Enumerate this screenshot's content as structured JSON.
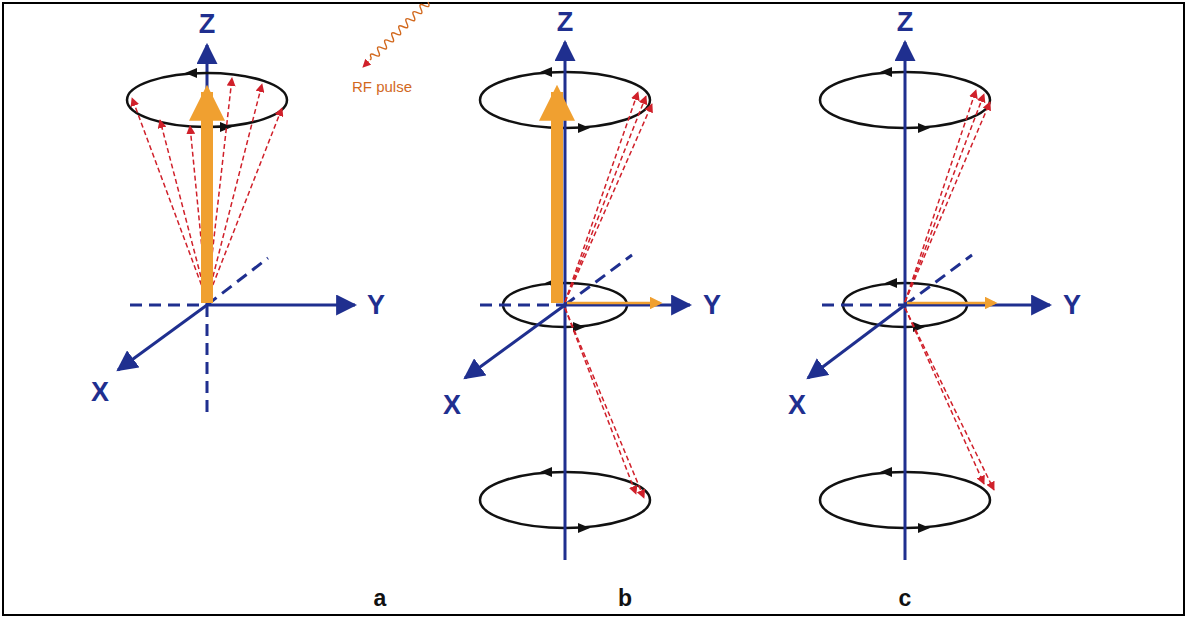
{
  "diagram": {
    "labels": [
      "Z",
      "RF pulse",
      "Y",
      "X",
      "a",
      "Z",
      "Y",
      "X",
      "b",
      "Z",
      "Y",
      "X",
      "c"
    ]
  }
}
